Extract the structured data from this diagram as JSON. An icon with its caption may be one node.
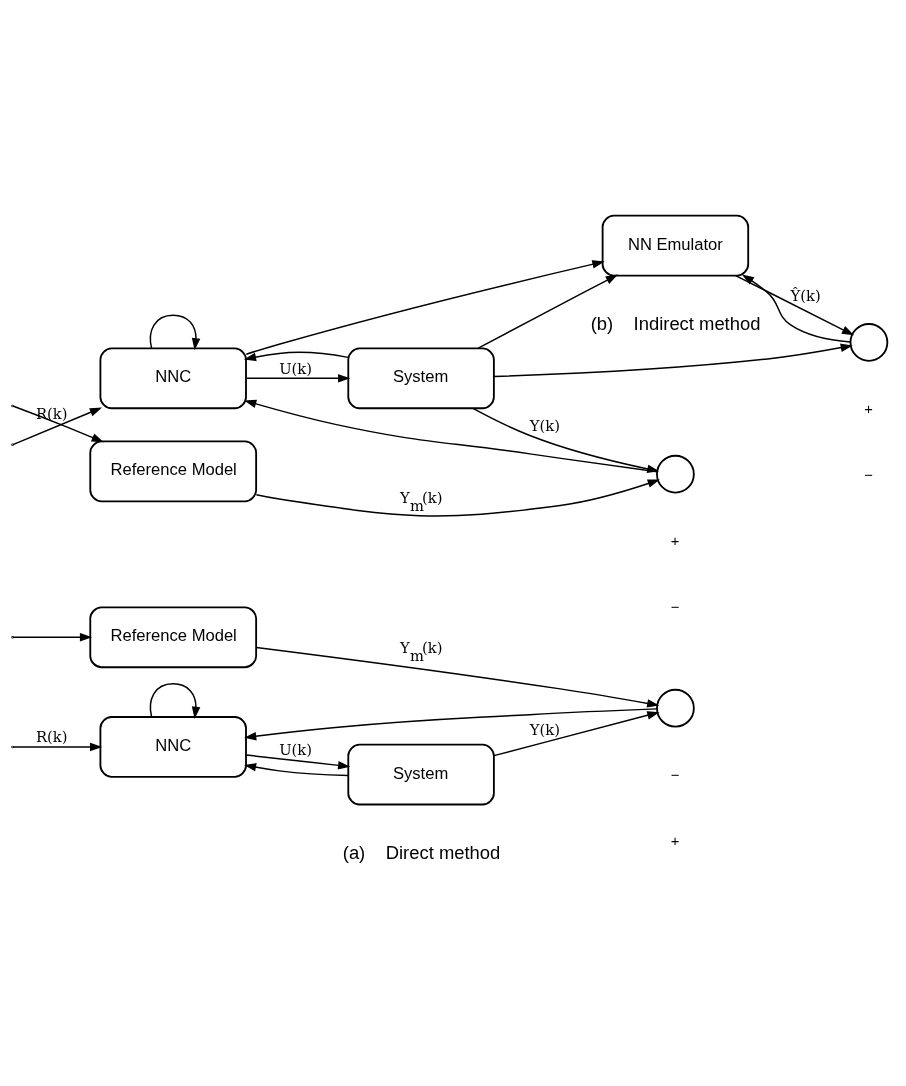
{
  "diagram": {
    "nodes": [
      {
        "text": [
          "Reference Model"
        ]
      },
      {
        "text": [],
        "shape": "circle"
      },
      {
        "text": [
          "NNC"
        ]
      },
      {
        "text": [
          "System"
        ]
      },
      {
        "text": [
          "Reference Model"
        ]
      },
      {
        "text": [],
        "shape": "circle"
      },
      {
        "text": [
          "NNC"
        ]
      },
      {
        "text": [
          "System"
        ]
      },
      {
        "text": [],
        "shape": "circle"
      },
      {
        "text": [
          "NN Emulator"
        ]
      }
    ],
    "edges": [
      {
        "from": null,
        "to": 0,
        "arrow": "to"
      },
      {
        "from": null,
        "to": 2,
        "arrow": "to",
        "label": "R(k)"
      },
      {
        "from": 0,
        "to": 1,
        "arrow": "to",
        "label": "Y$_{m}$(k)"
      },
      {
        "from": 2,
        "to": 3,
        "arrow": "to",
        "label": "U(k)"
      },
      {
        "from": 3,
        "to": 1,
        "arrow": "to",
        "label": "Y(k)"
      },
      {
        "from": 3,
        "to": 2,
        "arrow": "to"
      },
      {
        "from": 2,
        "to": 2,
        "arrow": "to"
      },
      {
        "from": 1,
        "to": 2,
        "arrow": "to"
      },
      {
        "from": null,
        "to": 4,
        "arrow": "to"
      },
      {
        "from": null,
        "to": 6,
        "arrow": "to",
        "label": "R(k)"
      },
      {
        "from": 4,
        "to": 5,
        "arrow": "to",
        "label": "Y$_{m}$(k)"
      },
      {
        "from": 6,
        "to": 7,
        "arrow": "to",
        "label": "U(k)"
      },
      {
        "from": 7,
        "to": 5,
        "arrow": "to",
        "label": "Y(k)"
      },
      {
        "from": 7,
        "to": 8,
        "arrow": "to"
      },
      {
        "from": 7,
        "to": 6,
        "arrow": "to"
      },
      {
        "from": 6,
        "to": 6,
        "arrow": "to"
      },
      {
        "from": 6,
        "to": 9,
        "arrow": "to"
      },
      {
        "from": 7,
        "to": 9,
        "arrow": "to"
      },
      {
        "from": 9,
        "to": 8,
        "arrow": "to",
        "label": "Ŷ(k)"
      },
      {
        "from": 8,
        "to": 9,
        "arrow": "to"
      },
      {
        "from": 5,
        "to": 6,
        "arrow": "to"
      }
    ],
    "labels": [
      "+",
      "−",
      "(a)    Direct method",
      "+",
      "−",
      "+",
      "−",
      "(b)    Indirect method"
    ]
  }
}
